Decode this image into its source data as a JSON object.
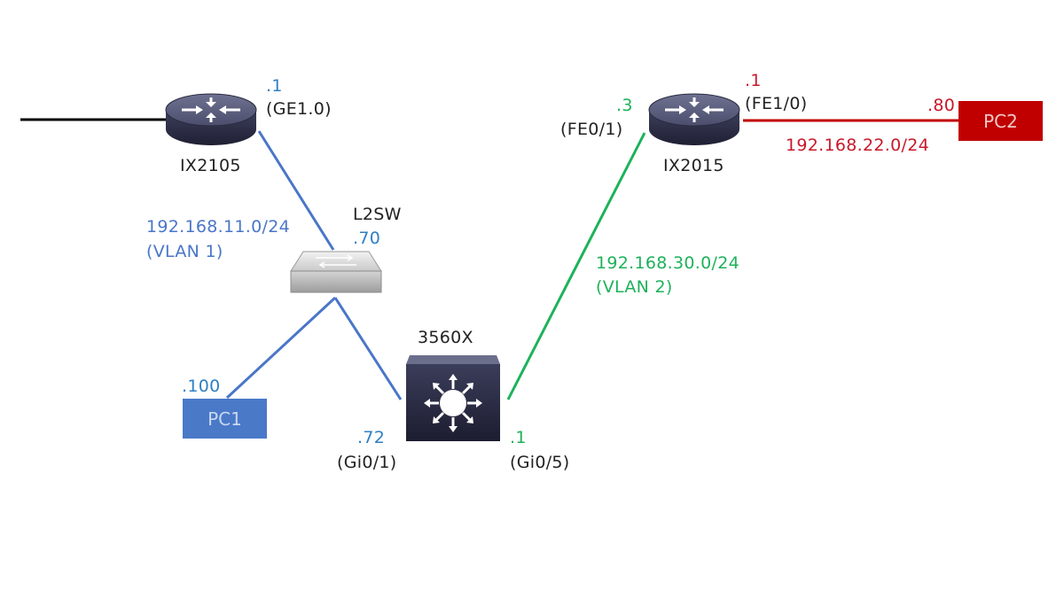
{
  "devices": {
    "ix2105": {
      "name": "IX2105"
    },
    "ix2015": {
      "name": "IX2015"
    },
    "l2sw": {
      "name": "L2SW"
    },
    "sw3560x": {
      "name": "3560X"
    },
    "pc1": {
      "name": "PC1"
    },
    "pc2": {
      "name": "PC2"
    }
  },
  "addresses": {
    "ix2105_ge": {
      "host": ".1",
      "port": "(GE1.0)"
    },
    "l2sw": {
      "host": ".70"
    },
    "pc1": {
      "host": ".100"
    },
    "sw3560x_gi01": {
      "host": ".72",
      "port": "(Gi0/1)"
    },
    "sw3560x_gi05": {
      "host": ".1",
      "port": "(Gi0/5)"
    },
    "ix2015_fe01": {
      "host": ".3",
      "port": "(FE0/1)"
    },
    "ix2015_fe10": {
      "host": ".1",
      "port": "(FE1/0)"
    },
    "pc2": {
      "host": ".80"
    }
  },
  "networks": {
    "vlan1": {
      "subnet": "192.168.11.0/24",
      "vlan": "(VLAN 1)"
    },
    "vlan2": {
      "subnet": "192.168.30.0/24",
      "vlan": "(VLAN 2)"
    },
    "pc2_net": {
      "subnet": "192.168.22.0/24"
    }
  },
  "colors": {
    "vlan1": "#4a76c8",
    "vlan2": "#1db25a",
    "pc2_net": "#c8192a",
    "uplink": "#000000"
  },
  "icons": {
    "router": "router-icon",
    "l2switch": "l2-switch-icon",
    "l3switch": "multilayer-switch-icon"
  }
}
